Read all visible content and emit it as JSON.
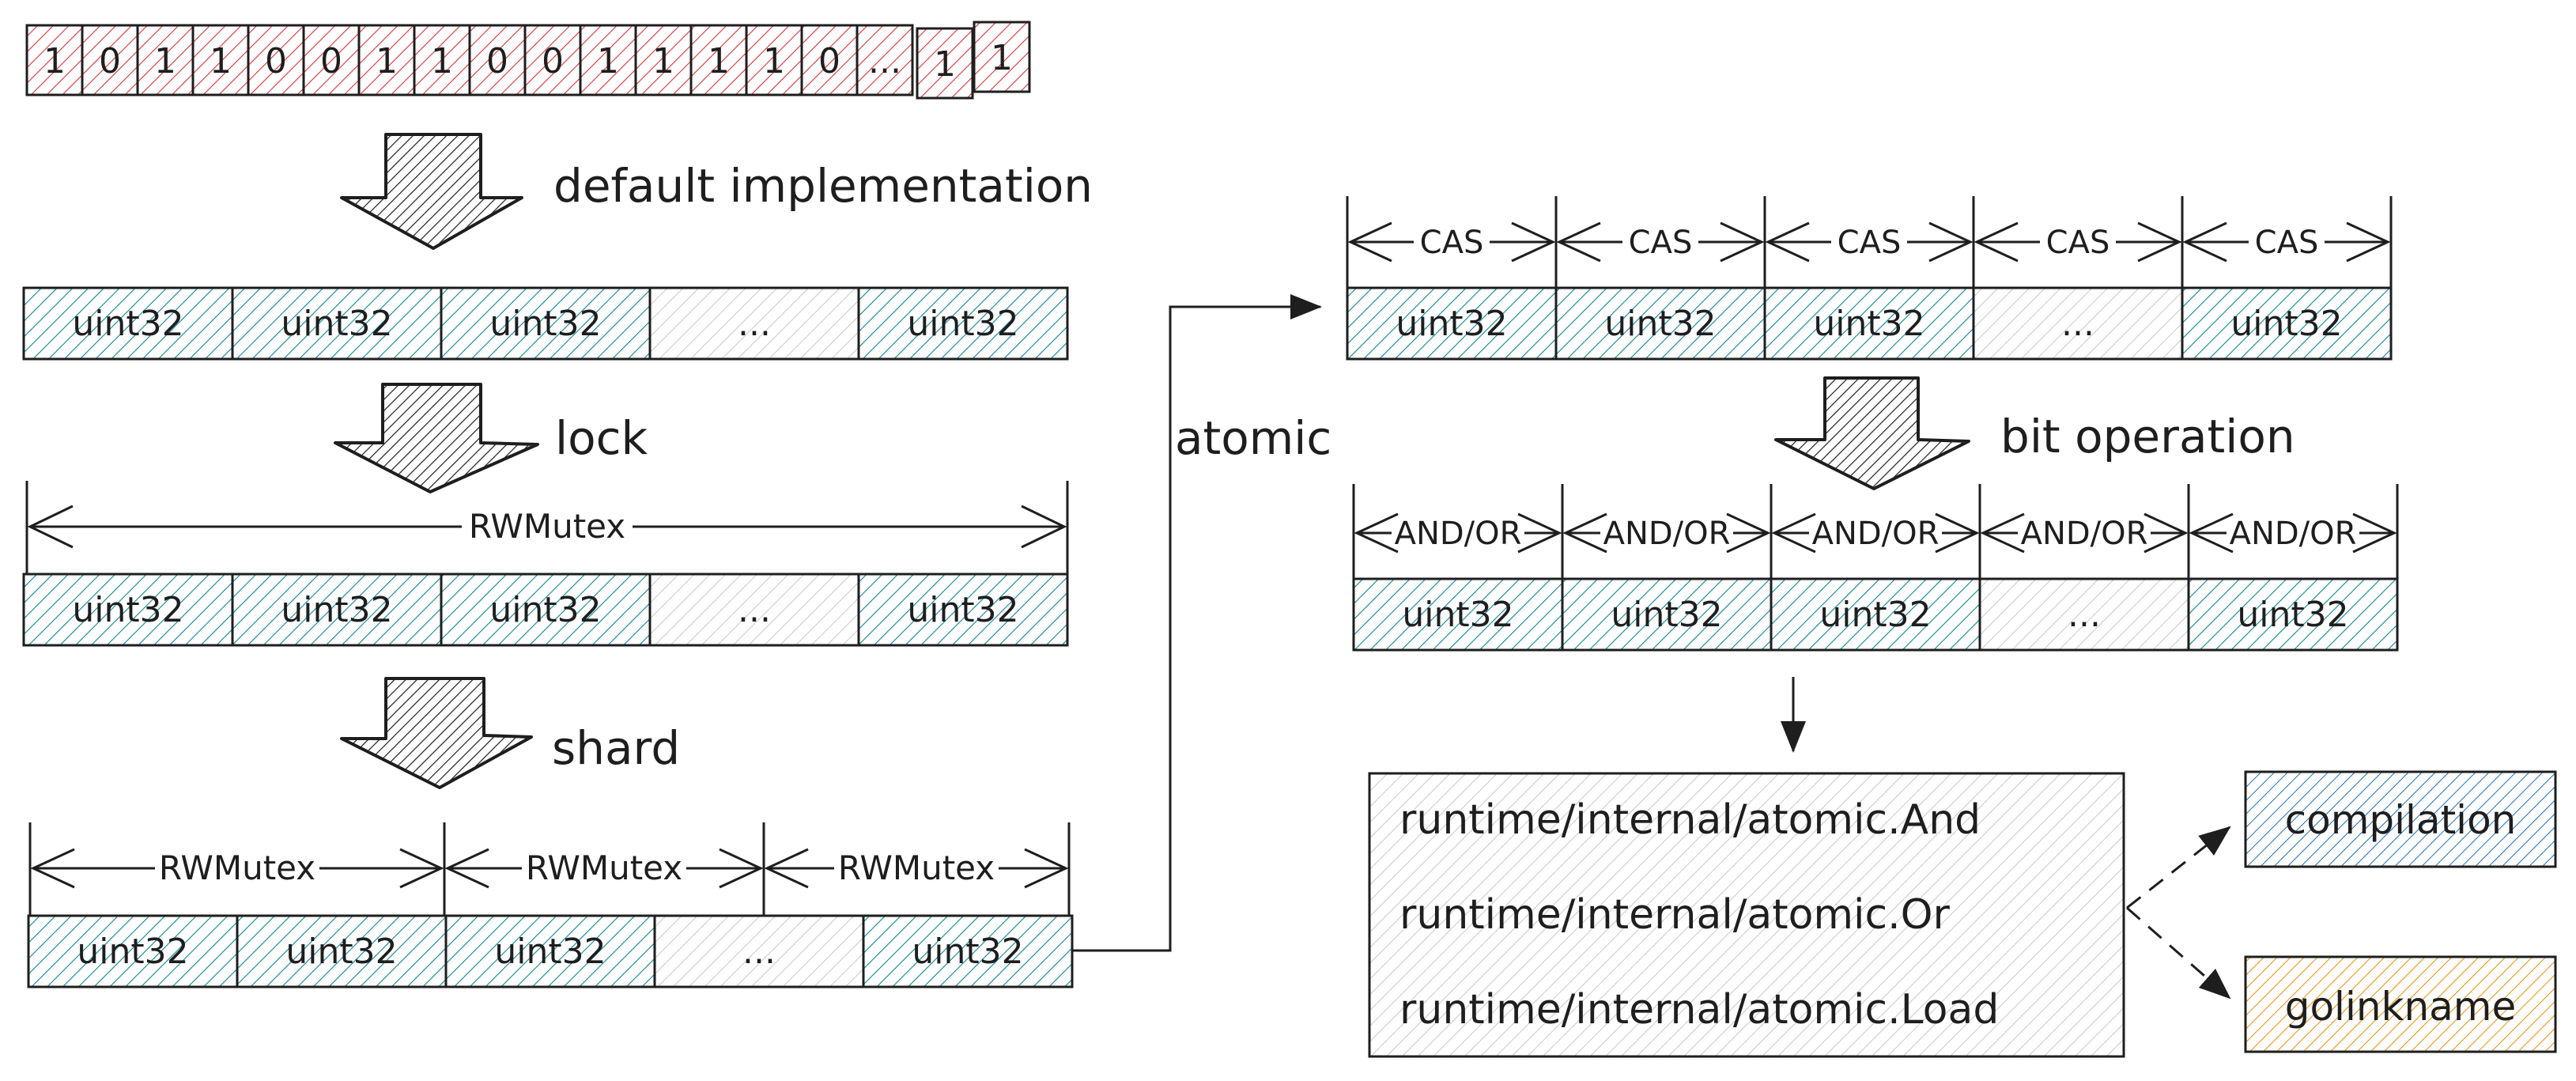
{
  "colors": {
    "stroke": "#1e1e1e",
    "bit_hatch": "#e03131",
    "cell_hatch": "#0c8599",
    "gray_hatch": "#999999",
    "compilation_hatch": "#1971c2",
    "golinkname_hatch": "#f08c00"
  },
  "bits": [
    "1",
    "0",
    "1",
    "1",
    "0",
    "0",
    "1",
    "1",
    "0",
    "0",
    "1",
    "1",
    "1",
    "1",
    "0",
    "...",
    "1",
    "1"
  ],
  "steps": {
    "default": "default implementation",
    "lock": "lock",
    "shard": "shard",
    "atomic": "atomic",
    "bitop": "bit operation"
  },
  "rows": {
    "default": [
      "uint32",
      "uint32",
      "uint32",
      "...",
      "uint32"
    ],
    "lock": [
      "uint32",
      "uint32",
      "uint32",
      "...",
      "uint32"
    ],
    "shard": [
      "uint32",
      "uint32",
      "uint32",
      "...",
      "uint32"
    ],
    "cas": [
      "uint32",
      "uint32",
      "uint32",
      "...",
      "uint32"
    ],
    "andor": [
      "uint32",
      "uint32",
      "uint32",
      "...",
      "uint32"
    ]
  },
  "lock_mutex": "RWMutex",
  "shard_mutexes": [
    "RWMutex",
    "RWMutex",
    "RWMutex"
  ],
  "cas_ops": [
    "CAS",
    "CAS",
    "CAS",
    "CAS",
    "CAS"
  ],
  "andor_ops": [
    "AND/OR",
    "AND/OR",
    "AND/OR",
    "AND/OR",
    "AND/OR"
  ],
  "runtime_funcs": [
    "runtime/internal/atomic.And",
    "runtime/internal/atomic.Or",
    "runtime/internal/atomic.Load"
  ],
  "targets": {
    "compilation": "compilation",
    "golinkname": "golinkname"
  }
}
